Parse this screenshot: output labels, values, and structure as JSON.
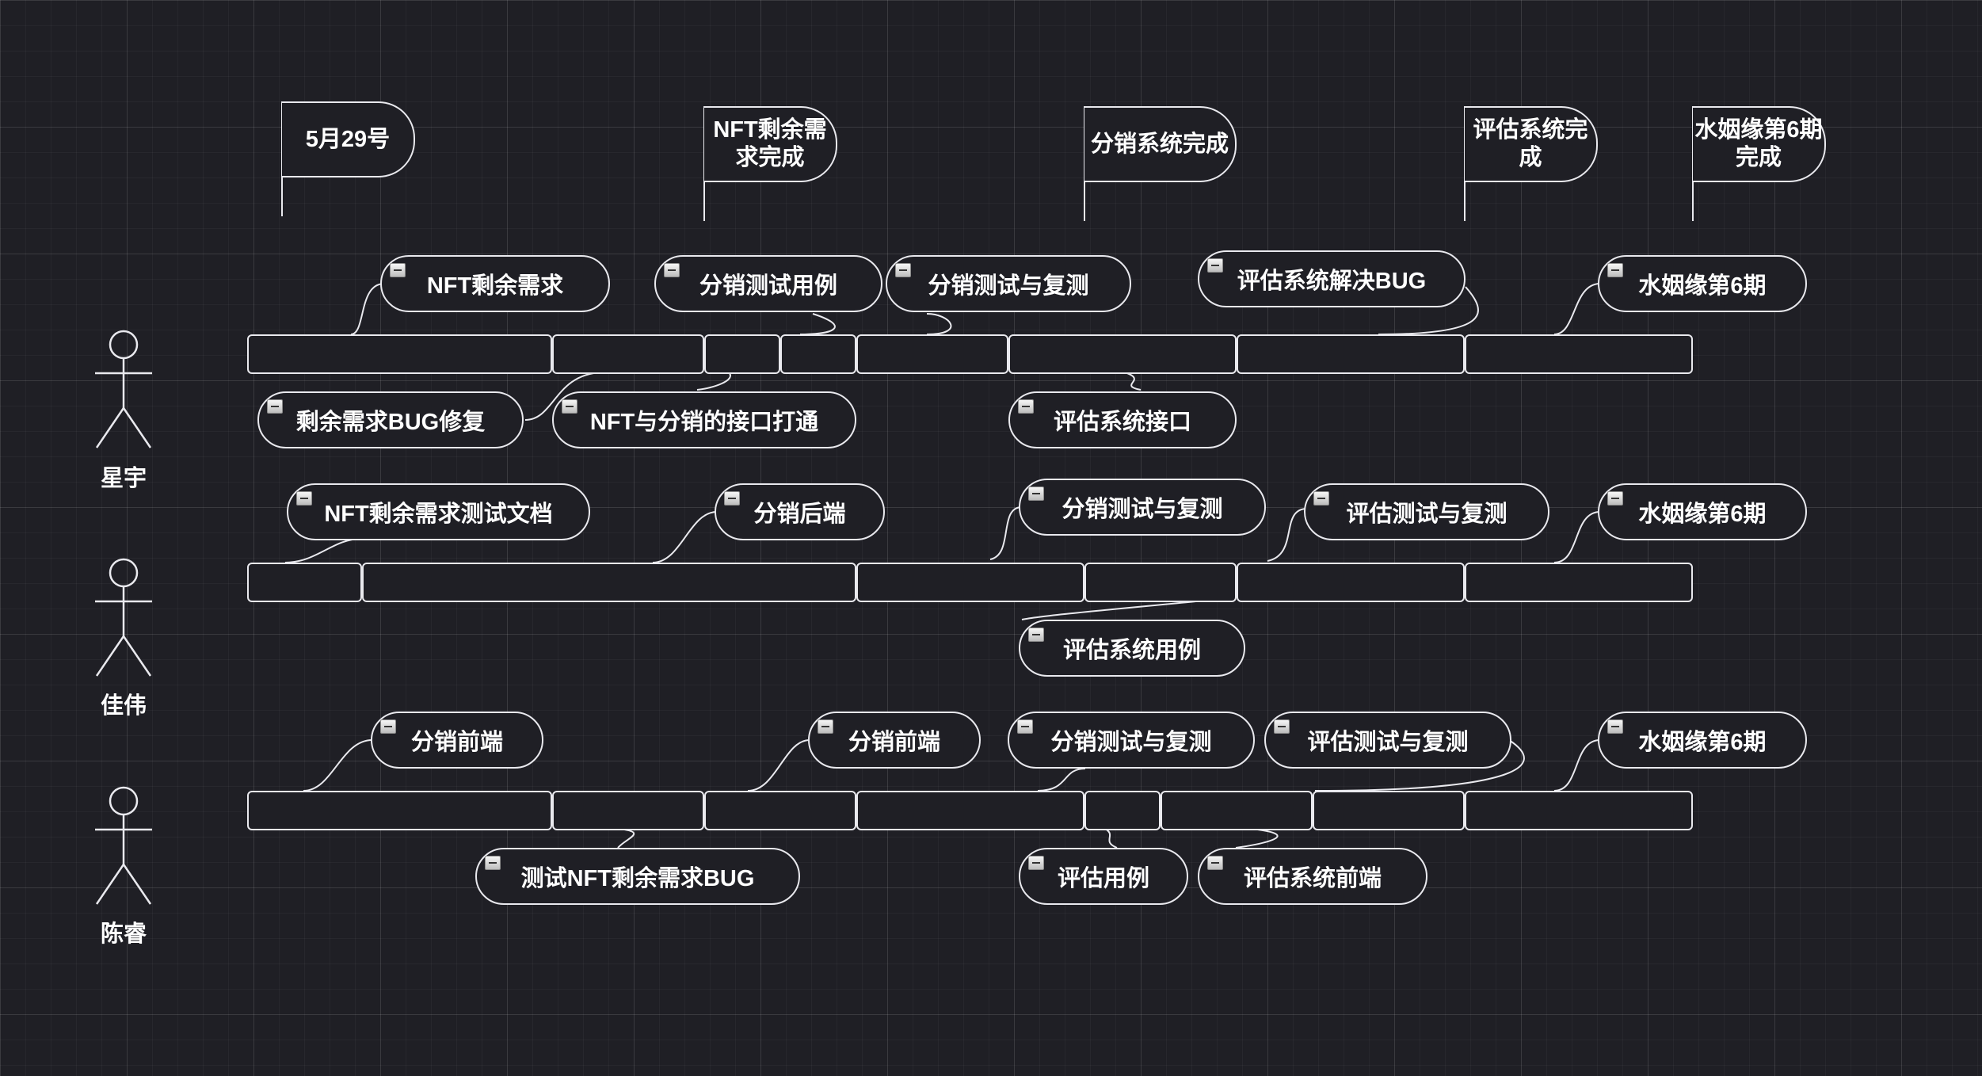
{
  "milestones": [
    {
      "label": "5月29号"
    },
    {
      "label": "NFT剩余需求完成"
    },
    {
      "label": "分销系统完成"
    },
    {
      "label": "评估系统完成"
    },
    {
      "label": "水姻缘第6期完成"
    }
  ],
  "lanes": [
    {
      "person": "星宇",
      "tasks_above": [
        {
          "label": "NFT剩余需求"
        },
        {
          "label": "分销测试用例"
        },
        {
          "label": "分销测试与复测"
        },
        {
          "label": "评估系统解决BUG"
        },
        {
          "label": "水姻缘第6期"
        }
      ],
      "tasks_below": [
        {
          "label": "剩余需求BUG修复"
        },
        {
          "label": "NFT与分销的接口打通"
        },
        {
          "label": "评估系统接口"
        }
      ]
    },
    {
      "person": "佳伟",
      "tasks_above": [
        {
          "label": "NFT剩余需求测试文档"
        },
        {
          "label": "分销后端"
        },
        {
          "label": "分销测试与复测"
        },
        {
          "label": "评估测试与复测"
        },
        {
          "label": "水姻缘第6期"
        }
      ],
      "tasks_below": [
        {
          "label": "评估系统用例"
        }
      ]
    },
    {
      "person": "陈睿",
      "tasks_above": [
        {
          "label": "分销前端"
        },
        {
          "label": "分销前端"
        },
        {
          "label": "分销测试与复测"
        },
        {
          "label": "评估测试与复测"
        },
        {
          "label": "水姻缘第6期"
        }
      ],
      "tasks_below": [
        {
          "label": "测试NFT剩余需求BUG"
        },
        {
          "label": "评估用例"
        },
        {
          "label": "评估系统前端"
        }
      ]
    }
  ],
  "icons": {
    "collapse": "collapse-icon",
    "actor": "stick-figure-icon"
  },
  "colors": {
    "background": "#1f1f25",
    "line": "#e9e9ee",
    "text": "#ffffff"
  }
}
